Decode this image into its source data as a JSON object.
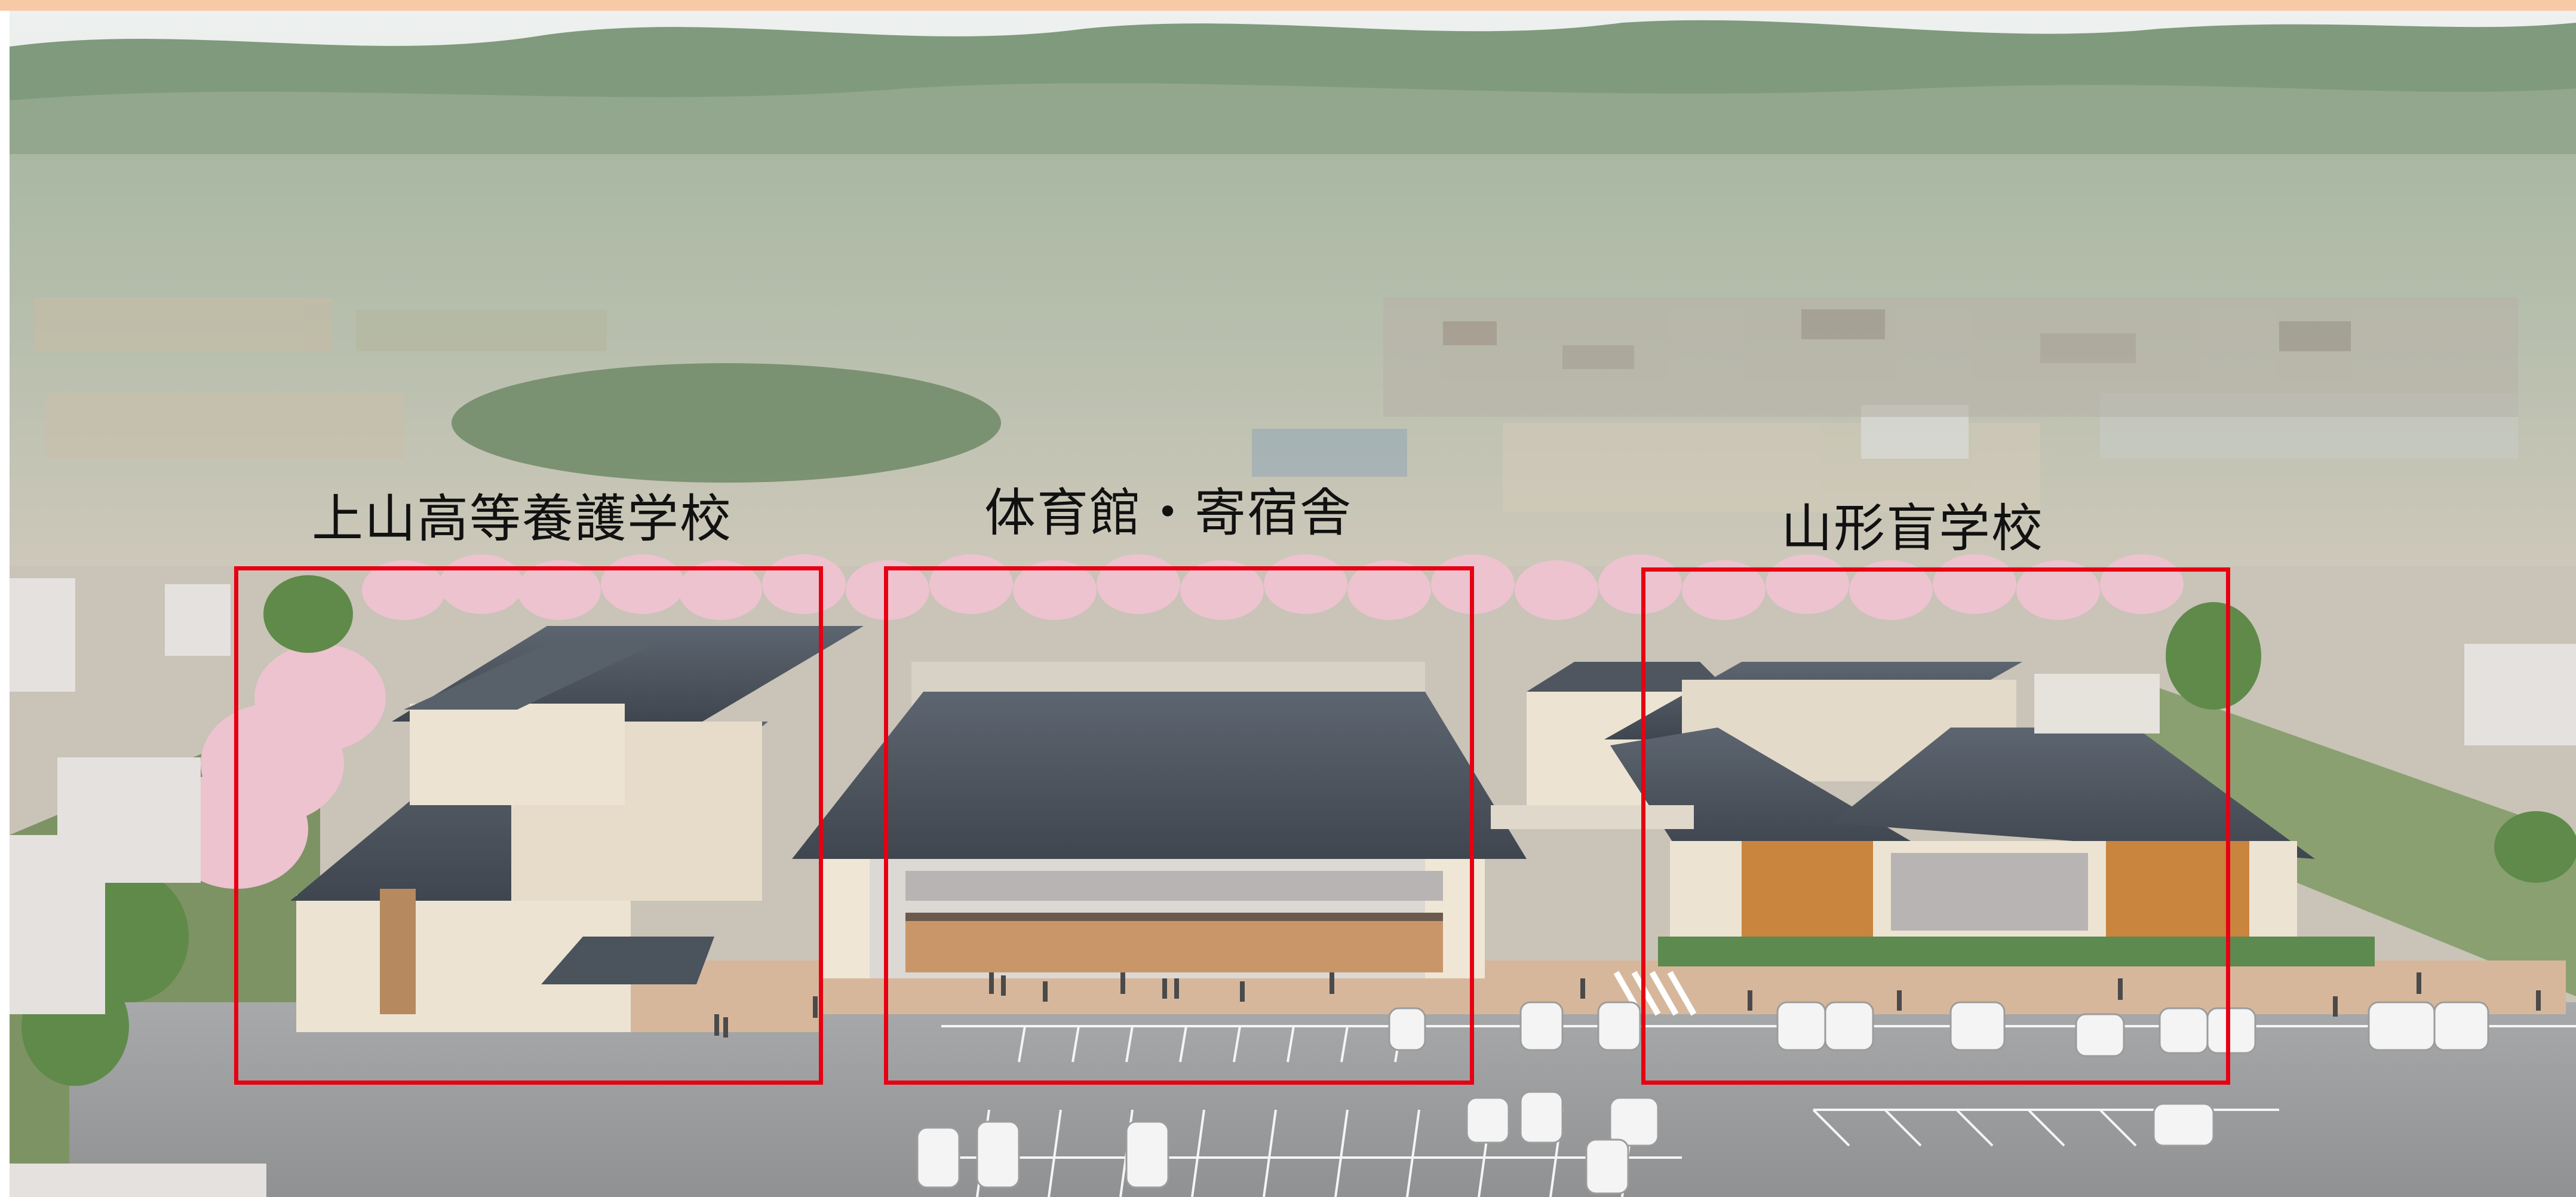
{
  "accent_color": "#e60012",
  "top_strip_color": "#f7c9a6",
  "annotations": [
    {
      "label": "上山高等養護学校",
      "subject": "school-building-left"
    },
    {
      "label": "体育館・寄宿舎",
      "subject": "gymnasium-dormitory-center"
    },
    {
      "label": "山形盲学校",
      "subject": "school-building-right"
    }
  ]
}
